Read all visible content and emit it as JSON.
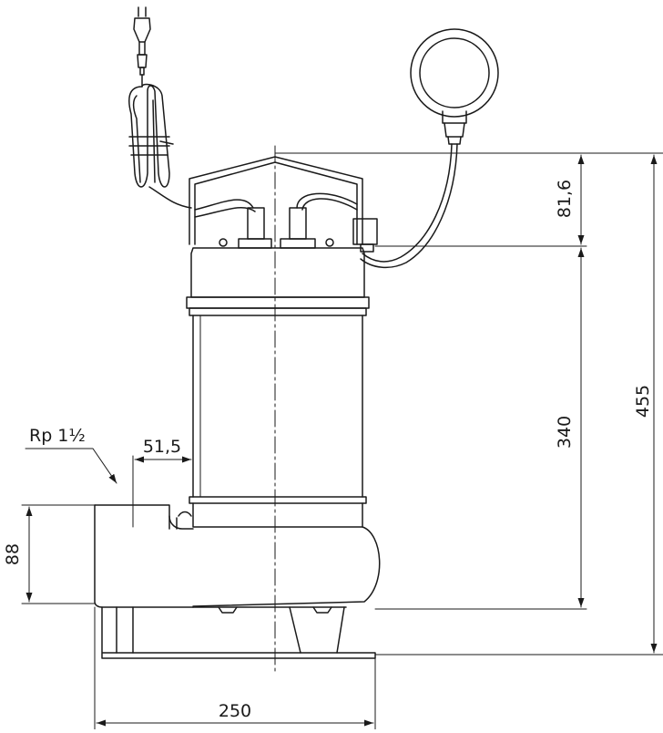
{
  "drawing": {
    "pipe_thread_label": "Rp 1½",
    "dimensions": {
      "overall_height": "455",
      "height_to_discharge_top": "340",
      "top_section_height": "81,6",
      "outlet_height": "88",
      "outlet_offset": "51,5",
      "overall_width": "250"
    }
  },
  "colors": {
    "line": "#1a1a1a",
    "background": "#ffffff"
  }
}
